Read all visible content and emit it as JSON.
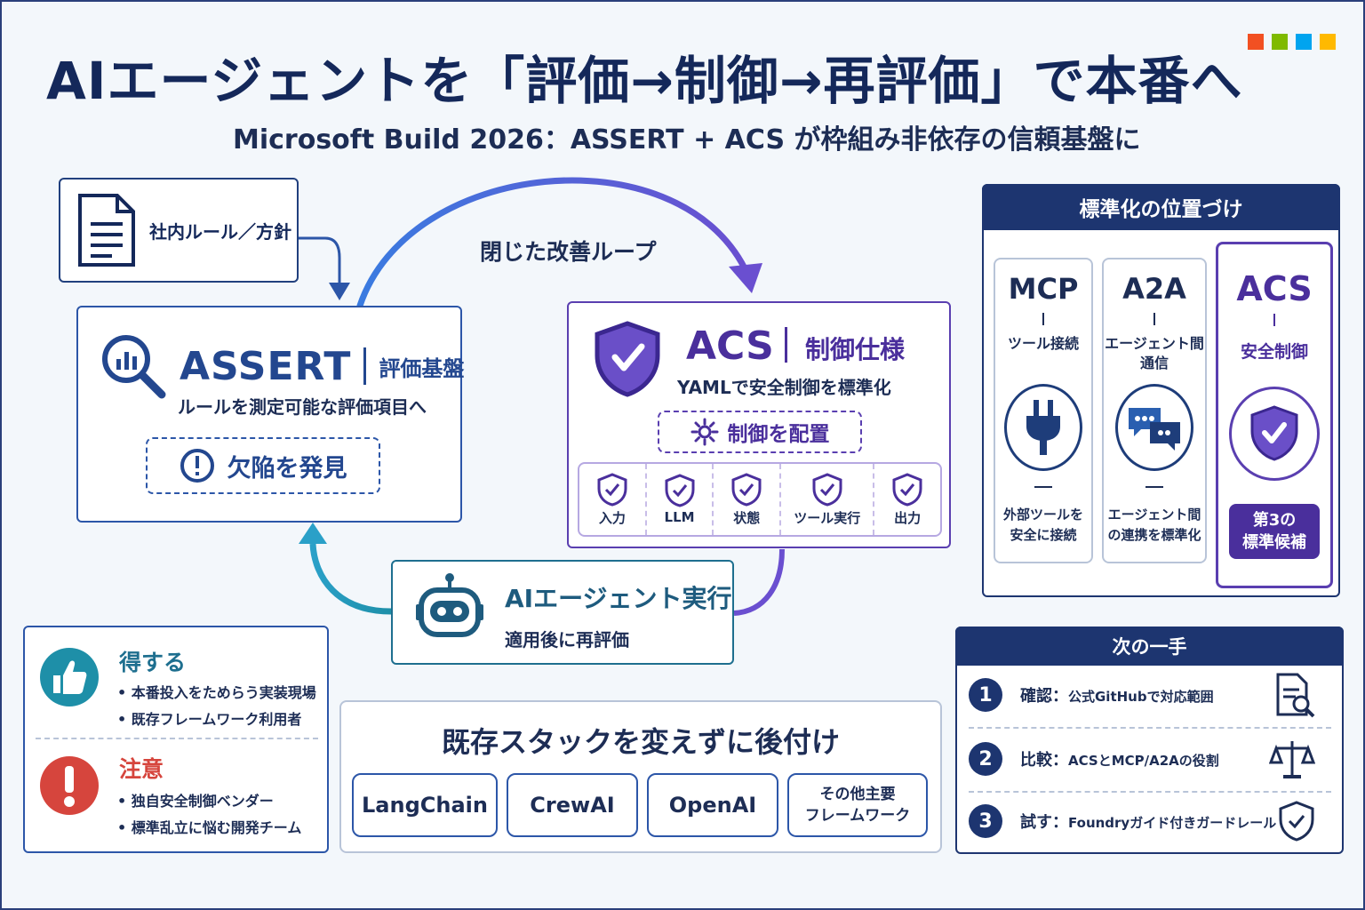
{
  "header": {
    "title": "AIエージェントを「評価→制御→再評価」で本番へ",
    "subtitle": "Microsoft Build 2026：ASSERT + ACS が枠組み非依存の信頼基盤に",
    "logo_colors": [
      "#f25022",
      "#7fba00",
      "#00a4ef",
      "#ffb900"
    ]
  },
  "policy": {
    "label": "社内ルール／方針"
  },
  "loop": {
    "label": "閉じた改善ループ"
  },
  "assert": {
    "name": "ASSERT",
    "sub": "評価基盤",
    "desc": "ルールを測定可能な評価項目へ",
    "defect": "欠陥を発見"
  },
  "acs": {
    "name": "ACS",
    "sub": "制御仕様",
    "desc": "YAMLで安全制御を標準化",
    "place": "制御を配置",
    "checkpoints": [
      "入力",
      "LLM",
      "状態",
      "ツール実行",
      "出力"
    ]
  },
  "agent": {
    "name": "AIエージェント実行",
    "desc": "適用後に再評価"
  },
  "standards": {
    "title": "標準化の位置づけ",
    "cards": [
      {
        "name": "MCP",
        "role": "ツール接続",
        "icon": "plug-icon",
        "desc1": "外部ツールを",
        "desc2": "安全に接続"
      },
      {
        "name": "A2A",
        "role1": "エージェント間",
        "role2": "通信",
        "icon": "chat-icon",
        "desc1": "エージェント間",
        "desc2": "の連携を標準化"
      },
      {
        "name": "ACS",
        "role": "安全制御",
        "icon": "shield-check-icon",
        "badge1": "第3の",
        "badge2": "標準候補"
      }
    ]
  },
  "gain": {
    "title": "得する",
    "items": [
      "• 本番投入をためらう実装現場",
      "• 既存フレームワーク利用者"
    ]
  },
  "caution": {
    "title": "注意",
    "items": [
      "• 独自安全制御ベンダー",
      "• 標準乱立に悩む開発チーム"
    ]
  },
  "stack": {
    "title": "既存スタックを変えずに後付け",
    "frameworks": [
      "LangChain",
      "CrewAI",
      "OpenAI"
    ],
    "other1": "その他主要",
    "other2": "フレームワーク"
  },
  "next": {
    "title": "次の一手",
    "steps": [
      {
        "num": "1",
        "label": "確認：",
        "text": "公式GitHubで対応範囲",
        "icon": "document-search-icon"
      },
      {
        "num": "2",
        "label": "比較：",
        "text": "ACSとMCP/A2Aの役割",
        "icon": "scale-icon"
      },
      {
        "num": "3",
        "label": "試す：",
        "text": "Foundryガイド付きガードレール",
        "icon": "shield-icon"
      }
    ]
  },
  "colors": {
    "navy": "#1d3570",
    "blue": "#2c56a8",
    "purple": "#5a3fb0",
    "teal": "#1e8fa8",
    "red": "#d6453d"
  }
}
